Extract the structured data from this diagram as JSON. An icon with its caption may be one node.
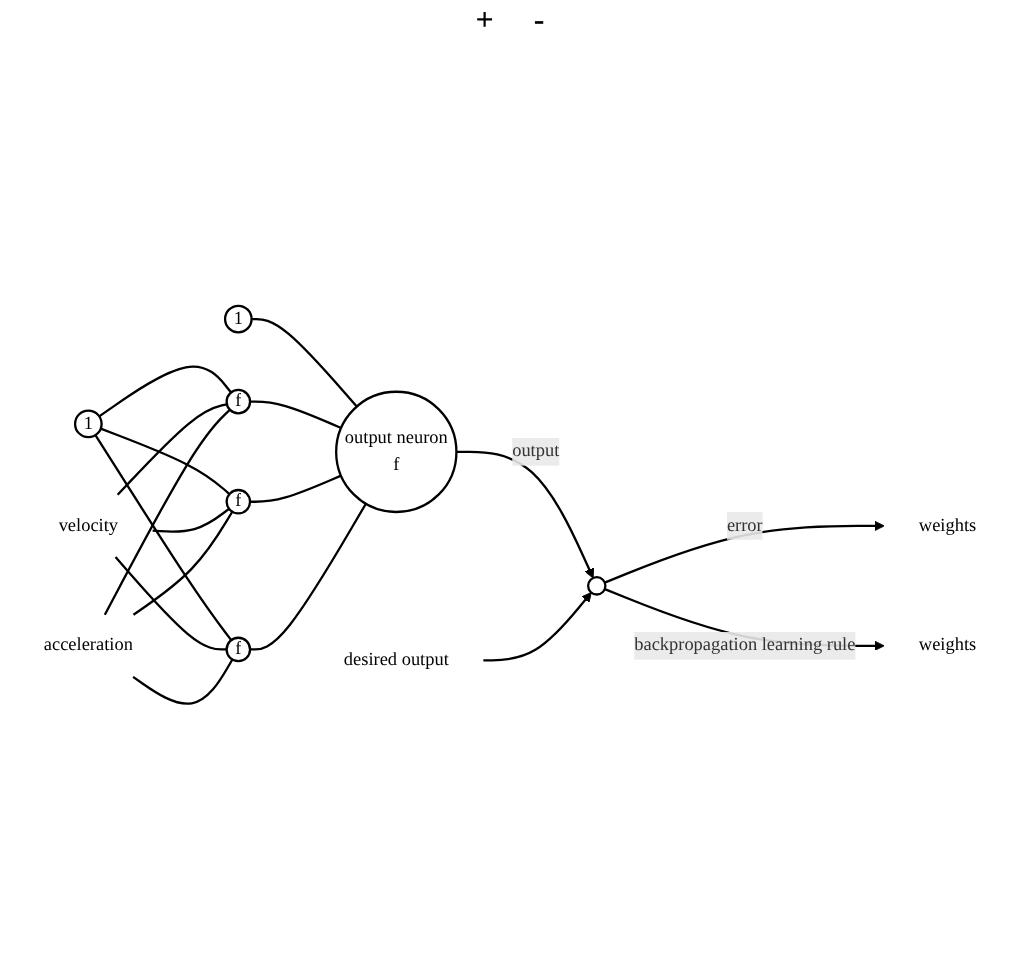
{
  "diagram": {
    "nodes": [
      {
        "text": [
          "1"
        ]
      },
      {
        "text": [
          "velocity"
        ]
      },
      {
        "text": [
          "acceleration"
        ]
      },
      {
        "text": [
          "1"
        ]
      },
      {
        "text": [
          "f"
        ]
      },
      {
        "text": [
          "f"
        ]
      },
      {
        "text": [
          "f"
        ]
      },
      {
        "text": [
          "output neuron",
          "f"
        ]
      },
      {
        "text": [],
        "shape": "circle"
      },
      {
        "text": [
          "desired output"
        ]
      },
      {
        "text": [
          "weights"
        ]
      },
      {
        "text": [
          "weights"
        ]
      }
    ],
    "edges": [
      {
        "from": 0,
        "to": 4,
        "arrow": "none"
      },
      {
        "from": 0,
        "to": 5,
        "arrow": "none"
      },
      {
        "from": 0,
        "to": 6,
        "arrow": "none"
      },
      {
        "from": 1,
        "to": 4,
        "arrow": "none"
      },
      {
        "from": 1,
        "to": 5,
        "arrow": "none"
      },
      {
        "from": 1,
        "to": 6,
        "arrow": "none"
      },
      {
        "from": 2,
        "to": 4,
        "arrow": "none"
      },
      {
        "from": 2,
        "to": 5,
        "arrow": "none"
      },
      {
        "from": 2,
        "to": 6,
        "arrow": "none"
      },
      {
        "from": 3,
        "to": 7,
        "arrow": "none"
      },
      {
        "from": 4,
        "to": 7,
        "arrow": "none"
      },
      {
        "from": 5,
        "to": 7,
        "arrow": "none"
      },
      {
        "from": 6,
        "to": 7,
        "arrow": "none"
      },
      {
        "from": 7,
        "to": 8,
        "label": "output",
        "arrow": "to"
      },
      {
        "from": 9,
        "to": 8,
        "arrow": "to"
      },
      {
        "from": 8,
        "to": 11,
        "label": "error",
        "arrow": "to"
      },
      {
        "from": 8,
        "to": 10,
        "label": "backpropagation learning rule",
        "arrow": "to"
      }
    ],
    "labels": [
      "+",
      "-"
    ]
  }
}
